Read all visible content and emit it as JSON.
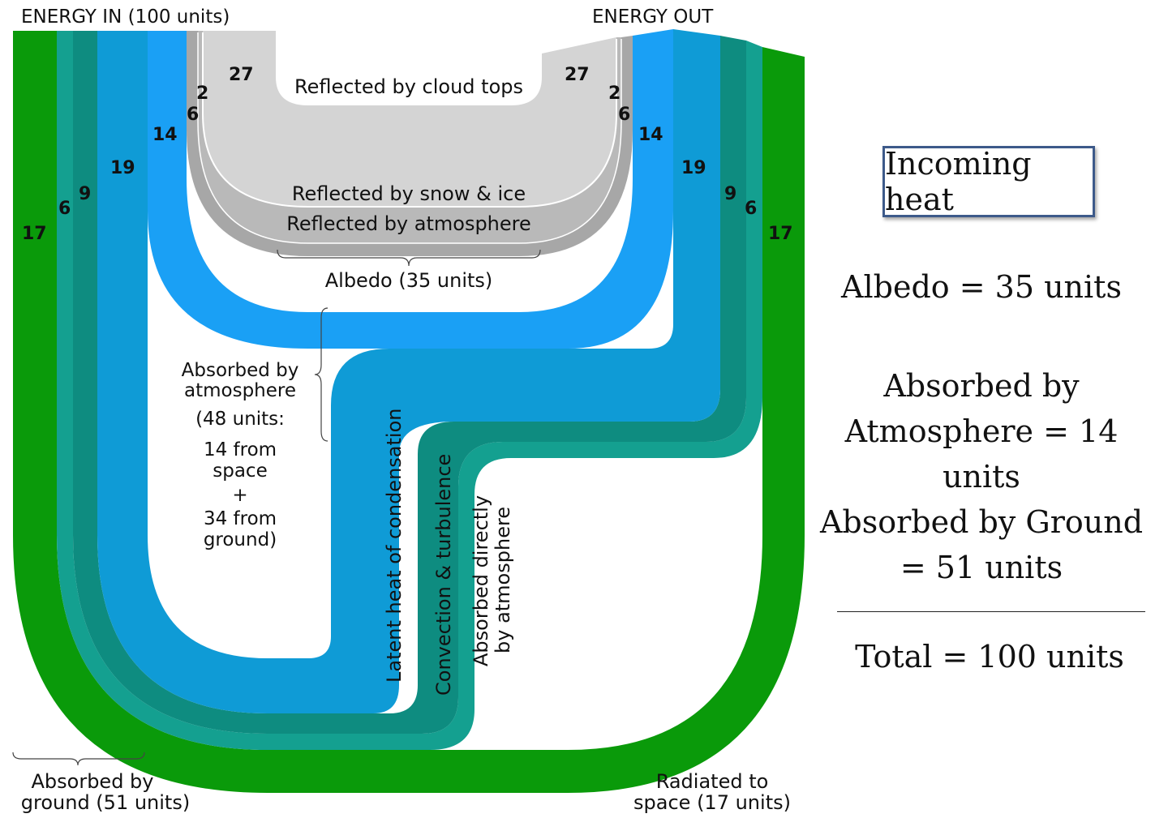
{
  "diagram": {
    "energy_in": "ENERGY IN (100 units)",
    "energy_out": "ENERGY OUT",
    "band_values": {
      "ground_direct": "17",
      "condensation_left": "6",
      "convection_left": "9",
      "absorbed_latent": "19",
      "atm_absorbed": "14",
      "snow_ice": "6",
      "atmosphere_reflect": "2",
      "cloud_tops": "27"
    },
    "band_values_right": {
      "cloud_tops": "27",
      "atmosphere_reflect": "2",
      "snow_ice": "6",
      "atm_absorbed": "14",
      "absorbed_latent": "19",
      "convection": "9",
      "condensation": "6",
      "ground_direct": "17"
    },
    "labels": {
      "cloud_tops": "Reflected by cloud tops",
      "snow_ice": "Reflected by snow & ice",
      "atmosphere": "Reflected by atmosphere",
      "albedo": "Albedo (35 units)",
      "absorbed_atm_1": "Absorbed by",
      "absorbed_atm_2": "atmosphere",
      "absorbed_atm_3": "(48 units:",
      "absorbed_atm_4": "14 from",
      "absorbed_atm_5": "space",
      "absorbed_atm_6": "+",
      "absorbed_atm_7": "34 from",
      "absorbed_atm_8": "ground)",
      "latent_heat": "Latent heat of condensation",
      "convection": "Convection & turbulence",
      "absorbed_direct_1": "Absorbed directly",
      "absorbed_direct_2": "by atmosphere",
      "ground_1": "Absorbed by",
      "ground_2": "ground (51 units)",
      "radiated_1": "Radiated to",
      "radiated_2": "space (17 units)"
    },
    "colors": {
      "green": "#0a9a0a",
      "teal_dark": "#0e8c80",
      "teal": "#14a090",
      "blue_mid": "#0f9bd6",
      "blue_bright": "#1aa0f5",
      "gray_light": "#d4d4d4",
      "gray_mid": "#b9b9b9",
      "gray_dark": "#a7a7a7"
    }
  },
  "summary": {
    "title": "Incoming heat",
    "albedo": "Albedo = 35 units",
    "absorbed_atm_1": "Absorbed by",
    "absorbed_atm_2": "Atmosphere = 14 units",
    "absorbed_ground_1": "Absorbed by Ground",
    "absorbed_ground_2": "= 51 units",
    "total": "Total = 100 units"
  }
}
